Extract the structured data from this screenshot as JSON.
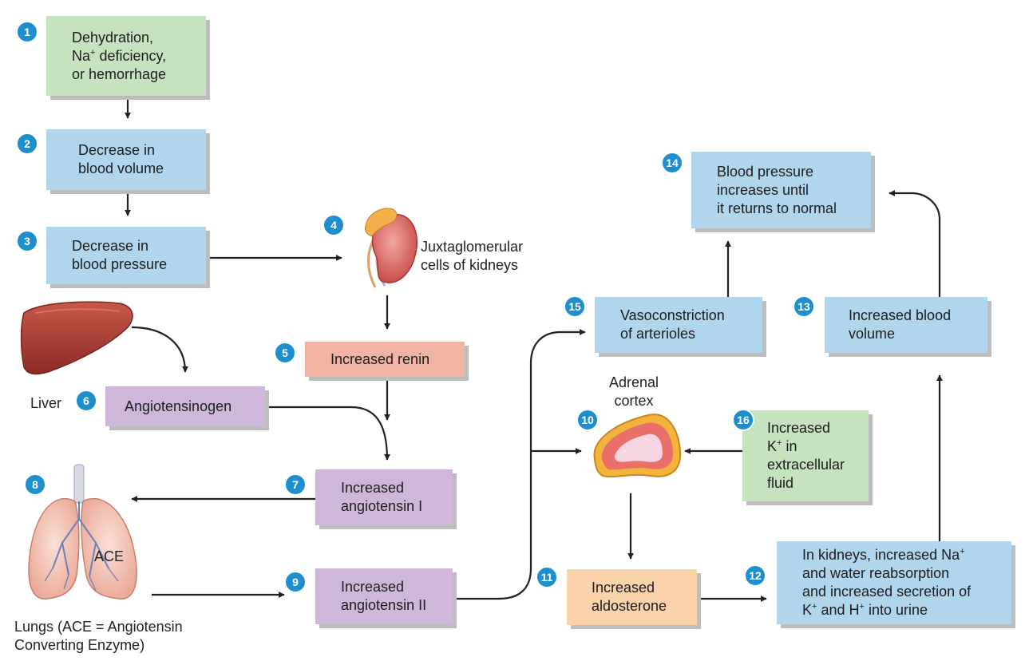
{
  "steps": {
    "s1": {
      "num": "1",
      "l1": "Dehydration,",
      "l2a": "Na",
      "l2sup": "+",
      "l2b": " deficiency,",
      "l3": "or hemorrhage"
    },
    "s2": {
      "num": "2",
      "l1": "Decrease in",
      "l2": "blood volume"
    },
    "s3": {
      "num": "3",
      "l1": "Decrease in",
      "l2": "blood pressure"
    },
    "s4": {
      "num": "4",
      "l1": "Juxtaglomerular",
      "l2": "cells of kidneys"
    },
    "s5": {
      "num": "5",
      "l1": "Increased renin"
    },
    "s6": {
      "num": "6",
      "l1": "Angiotensinogen",
      "side": "Liver"
    },
    "s7": {
      "num": "7",
      "l1": "Increased",
      "l2": "angiotensin I"
    },
    "s8": {
      "num": "8",
      "ace": "ACE",
      "cap1": "Lungs (ACE = Angiotensin",
      "cap2": "Converting Enzyme)"
    },
    "s9": {
      "num": "9",
      "l1": "Increased",
      "l2": "angiotensin II"
    },
    "s10": {
      "num": "10",
      "l1": "Adrenal",
      "l2": "cortex"
    },
    "s11": {
      "num": "11",
      "l1": "Increased",
      "l2": "aldosterone"
    },
    "s12": {
      "num": "12",
      "l1a": "In kidneys, increased Na",
      "l1sup": "+",
      "l2": "and water reabsorption",
      "l3": "and increased secretion of",
      "l4a": "K",
      "l4sup1": "+",
      "l4b": " and H",
      "l4sup2": "+",
      "l4c": " into urine"
    },
    "s13": {
      "num": "13",
      "l1": "Increased blood",
      "l2": "volume"
    },
    "s14": {
      "num": "14",
      "l1": "Blood pressure",
      "l2": "increases until",
      "l3": "it returns to normal"
    },
    "s15": {
      "num": "15",
      "l1": "Vasoconstriction",
      "l2": "of arterioles"
    },
    "s16": {
      "num": "16",
      "l1": "Increased",
      "l2a": "K",
      "l2sup": "+",
      "l2b": " in",
      "l3": "extracellular",
      "l4": "fluid"
    }
  },
  "colors": {
    "cause": "#c6e3bf",
    "volume_pressure": "#b0d6ee",
    "renin": "#f2b4a2",
    "angiotensin": "#cfb7db",
    "aldosterone": "#fbd3aa",
    "badge": "#1d8fce",
    "arrow": "#222222"
  },
  "icons": {
    "organ_4": "kidney-icon",
    "organ_6": "liver-icon",
    "organ_8": "lungs-icon",
    "organ_10": "adrenal-cortex-icon"
  }
}
